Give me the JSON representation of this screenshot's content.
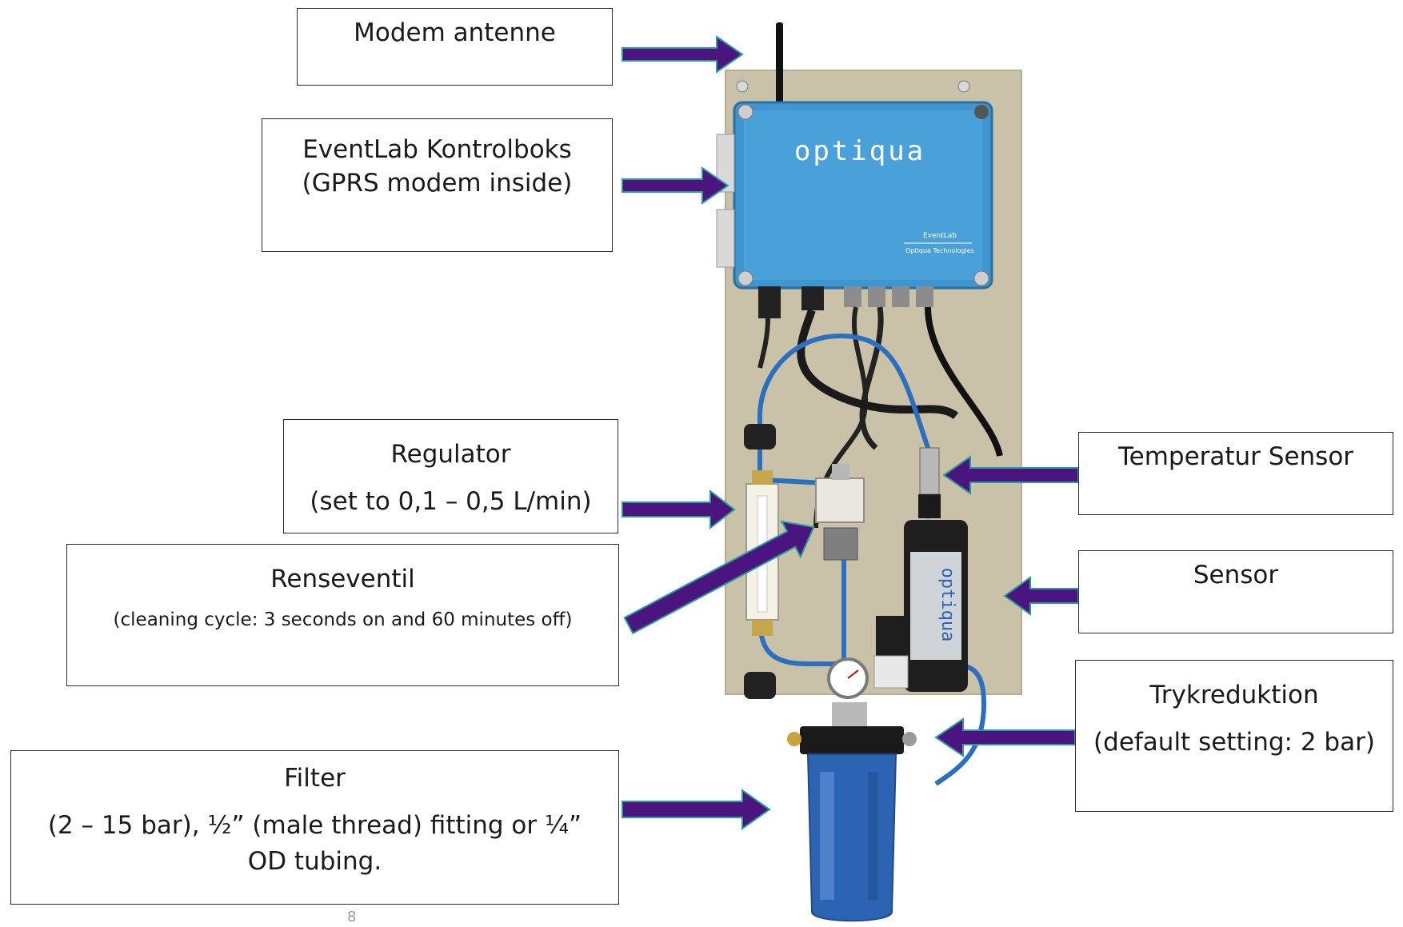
{
  "callouts": {
    "modem_antenne": {
      "title": "Modem antenne"
    },
    "kontrolboks": {
      "title": "EventLab Kontrolboks",
      "subtitle": "(GPRS modem inside)"
    },
    "regulator": {
      "title": "Regulator",
      "subtitle": "(set to 0,1 – 0,5 L/min)"
    },
    "renseventil": {
      "title": "Renseventil",
      "subtitle": "(cleaning cycle: 3 seconds on and 60 minutes off)"
    },
    "filter": {
      "title": "Filter",
      "subtitle": "(2 – 15 bar), ½” (male thread) fitting or ¼” OD tubing."
    },
    "temperatur": {
      "title": "Temperatur Sensor"
    },
    "sensor": {
      "title": "Sensor"
    },
    "trykreduktion": {
      "title": "Trykreduktion",
      "subtitle": "(default setting: 2 bar)"
    }
  },
  "device": {
    "brand": "optiqua",
    "product": "EventLab",
    "company": "Optiqua Technologies",
    "sensor_brand": "optiqua"
  },
  "colors": {
    "arrow": "#4b1580",
    "arrow_outline": "#2a9d9a",
    "box_blue": "#3f95cf",
    "panel": "#c9c2a8",
    "filter_blue": "#2d63b3"
  },
  "page_marker": "8"
}
